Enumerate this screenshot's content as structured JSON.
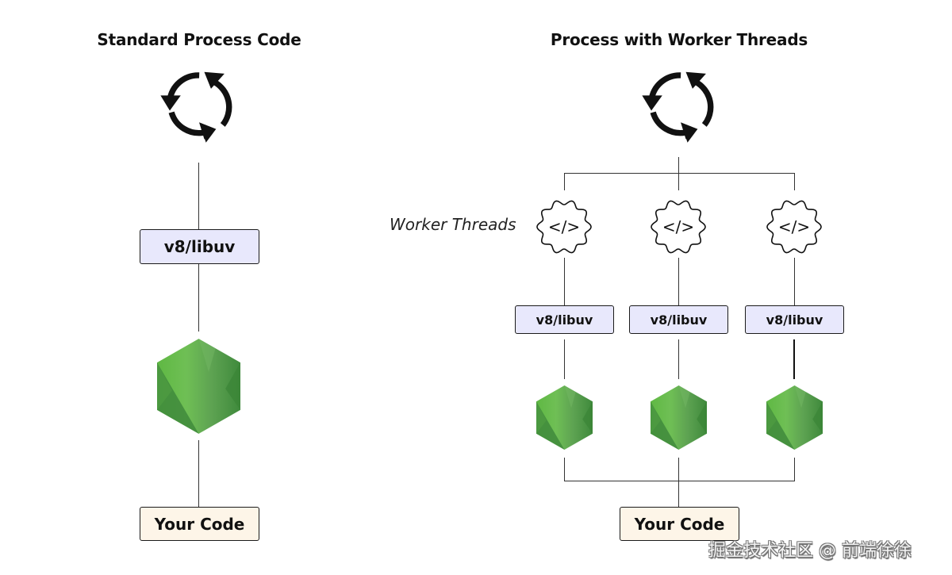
{
  "left_panel": {
    "title": "Standard Process Code",
    "cycle_icon": "cycle-arrows-icon",
    "engine_label": "v8/libuv",
    "runtime_icon": "nodejs-hexagon-icon",
    "code_label": "Your Code"
  },
  "right_panel": {
    "title": "Process with Worker Threads",
    "cycle_icon": "cycle-arrows-icon",
    "worker_threads_label": "Worker Threads",
    "workers": [
      {
        "icon": "code-badge-icon",
        "code_glyph": "</>",
        "engine_label": "v8/libuv",
        "runtime_icon": "nodejs-hexagon-icon"
      },
      {
        "icon": "code-badge-icon",
        "code_glyph": "</>",
        "engine_label": "v8/libuv",
        "runtime_icon": "nodejs-hexagon-icon"
      },
      {
        "icon": "code-badge-icon",
        "code_glyph": "</>",
        "engine_label": "v8/libuv",
        "runtime_icon": "nodejs-hexagon-icon"
      }
    ],
    "code_label": "Your Code"
  },
  "colors": {
    "engine_box_fill": "#e8e8fc",
    "code_box_fill": "#fdf5e8",
    "node_green_light": "#6cc24a",
    "node_green_dark": "#3e863d"
  },
  "watermark": "掘金技术社区 @ 前端徐徐"
}
